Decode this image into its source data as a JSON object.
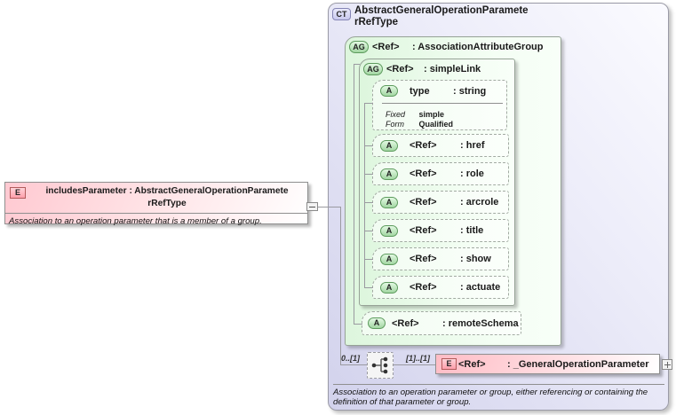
{
  "left_element": {
    "badge": "E",
    "title_line1": "includesParameter : AbstractGeneralOperationParamete",
    "title_line2": "rRefType",
    "annotation": "Association to an operation parameter that is a member of a group."
  },
  "complex_type": {
    "badge": "CT",
    "title_line1": "AbstractGeneralOperationParamete",
    "title_line2": "rRefType",
    "annotation": "Association to an operation parameter or group, either referencing or containing the definition of that parameter or group.",
    "association_attribute_group": {
      "badge": "AG",
      "ref": "<Ref>",
      "type": ": AssociationAttributeGroup"
    },
    "simple_link": {
      "badge": "AG",
      "ref": "<Ref>",
      "type": ": simpleLink",
      "type_attribute": {
        "badge": "A",
        "name": "type",
        "type": ": string",
        "facets": [
          {
            "label": "Fixed",
            "value": "simple"
          },
          {
            "label": "Form",
            "value": "Qualified"
          }
        ]
      },
      "attributes": [
        {
          "badge": "A",
          "ref": "<Ref>",
          "type": ": href"
        },
        {
          "badge": "A",
          "ref": "<Ref>",
          "type": ": role"
        },
        {
          "badge": "A",
          "ref": "<Ref>",
          "type": ": arcrole"
        },
        {
          "badge": "A",
          "ref": "<Ref>",
          "type": ": title"
        },
        {
          "badge": "A",
          "ref": "<Ref>",
          "type": ": show"
        },
        {
          "badge": "A",
          "ref": "<Ref>",
          "type": ": actuate"
        }
      ]
    },
    "remote_schema": {
      "badge": "A",
      "ref": "<Ref>",
      "type": ": remoteSchema"
    },
    "content_model": {
      "cardinality_left": "0..[1]",
      "cardinality_right": "[1]..[1]",
      "element": {
        "badge": "E",
        "ref": "<Ref>",
        "type": ": _GeneralOperationParameter"
      }
    }
  },
  "colors": {
    "element_pink": "#ffc9d1",
    "complex_type_lavender": "#d2d2ec",
    "group_green": "#ddf6dd",
    "badge_green_border": "#5d9b5d",
    "badge_red_border": "#b25b5b",
    "connector_line": "#9a9aa0"
  }
}
